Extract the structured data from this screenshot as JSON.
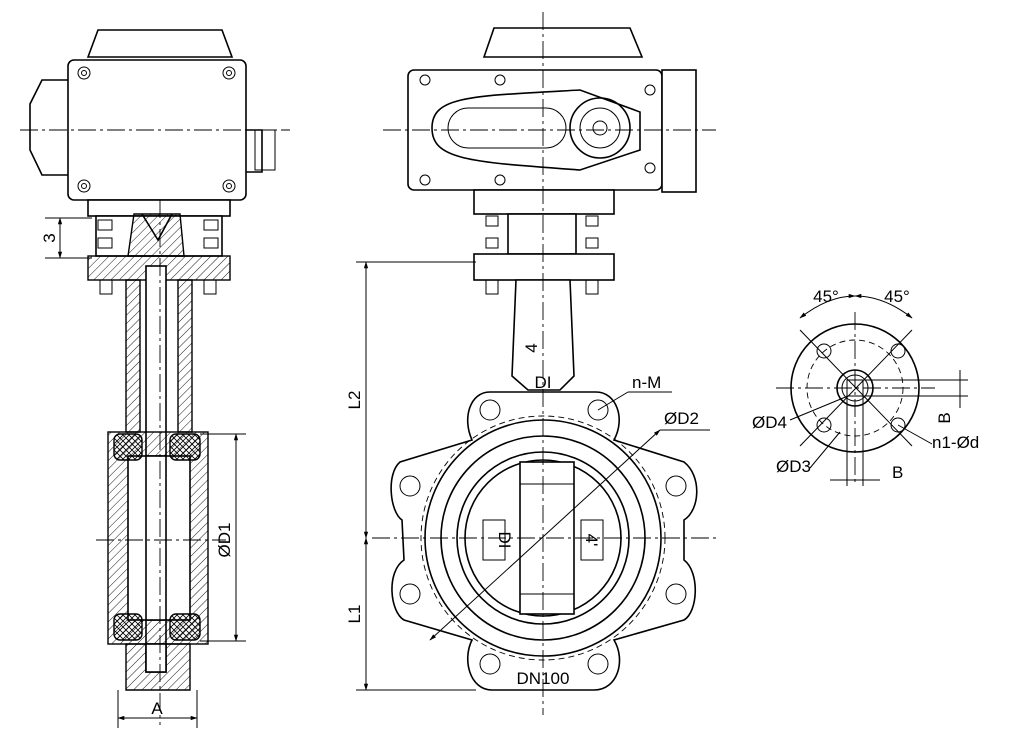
{
  "labels": {
    "dim_3": "3",
    "dim_A": "A",
    "dim_D1": "ØD1",
    "dim_L1": "L1",
    "dim_L2": "L2",
    "dim_D2": "ØD2",
    "dim_nM": "n-M",
    "dim_D4": "ØD4",
    "dim_D3": "ØD3",
    "dim_n1d": "n1-Ød",
    "dim_B_h": "B",
    "dim_B_v": "B",
    "angle_left": "45°",
    "angle_right": "45°",
    "mark_DI_top": "DI",
    "mark_4_top": "4",
    "mark_DI_disc": "DI",
    "mark_4_disc": "4'",
    "mark_size": "DN100"
  }
}
